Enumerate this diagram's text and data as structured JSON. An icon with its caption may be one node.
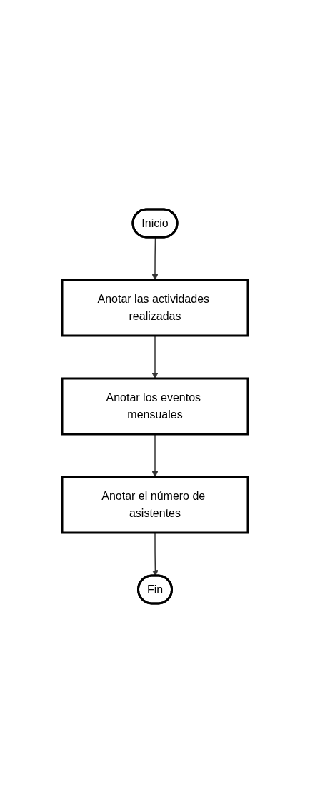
{
  "diagram": {
    "nodes": [
      {
        "text": [
          "Inicio"
        ]
      },
      {
        "text": [
          "Anotar las actividades realizadas"
        ]
      },
      {
        "text": [
          "Anotar los eventos mensuales"
        ]
      },
      {
        "text": [
          "Anotar el número de asistentes"
        ]
      },
      {
        "text": [
          "Fin"
        ]
      }
    ],
    "edges": [
      {
        "from": 0,
        "to": 1,
        "arrow": "to"
      },
      {
        "from": 1,
        "to": 2,
        "arrow": "to"
      },
      {
        "from": 2,
        "to": 3,
        "arrow": "to"
      },
      {
        "from": 3,
        "to": 4,
        "arrow": "to"
      }
    ]
  }
}
